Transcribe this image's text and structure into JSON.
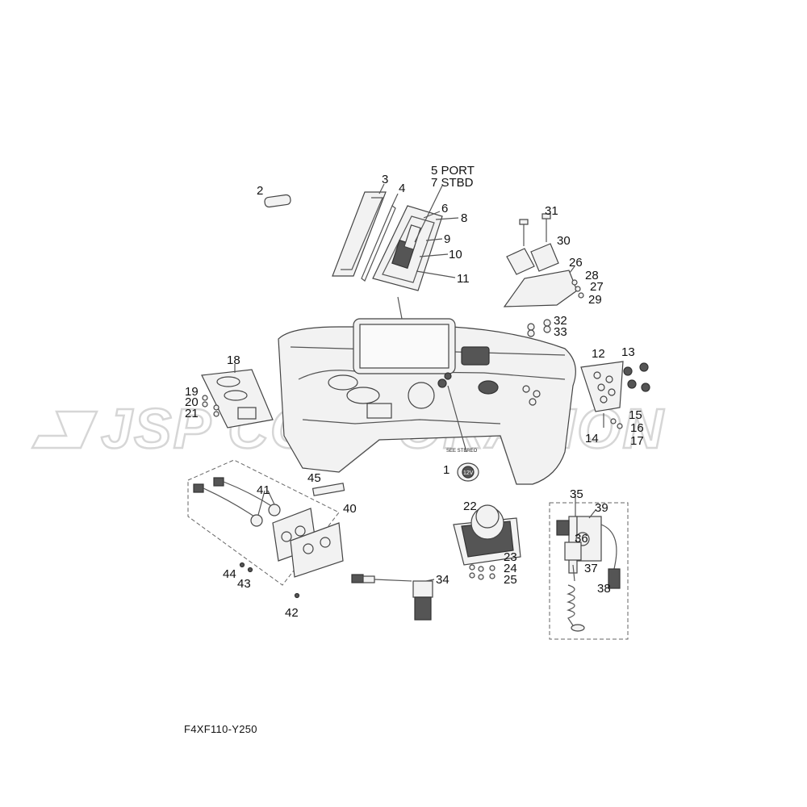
{
  "watermark": "JSP CORPORATION",
  "drawing_code": "F4XF110-Y250",
  "note_see_stereo": "SEE STEREO",
  "socket_label": "12V",
  "callouts": {
    "c1": "1",
    "c2": "2",
    "c3": "3",
    "c4": "4",
    "c5": "5 PORT",
    "c7": "7 STBD",
    "c6": "6",
    "c8": "8",
    "c9": "9",
    "c10": "10",
    "c11": "11",
    "c12": "12",
    "c13": "13",
    "c14": "14",
    "c15": "15",
    "c16": "16",
    "c17": "17",
    "c18": "18",
    "c19": "19",
    "c20": "20",
    "c21": "21",
    "c22": "22",
    "c23": "23",
    "c24": "24",
    "c25": "25",
    "c26": "26",
    "c27": "27",
    "c28": "28",
    "c29": "29",
    "c30": "30",
    "c31": "31",
    "c32": "32",
    "c33": "33",
    "c34": "34",
    "c35": "35",
    "c36": "36",
    "c37": "37",
    "c38": "38",
    "c39": "39",
    "c40": "40",
    "c41": "41",
    "c42": "42",
    "c43": "43",
    "c44": "44",
    "c45": "45"
  }
}
